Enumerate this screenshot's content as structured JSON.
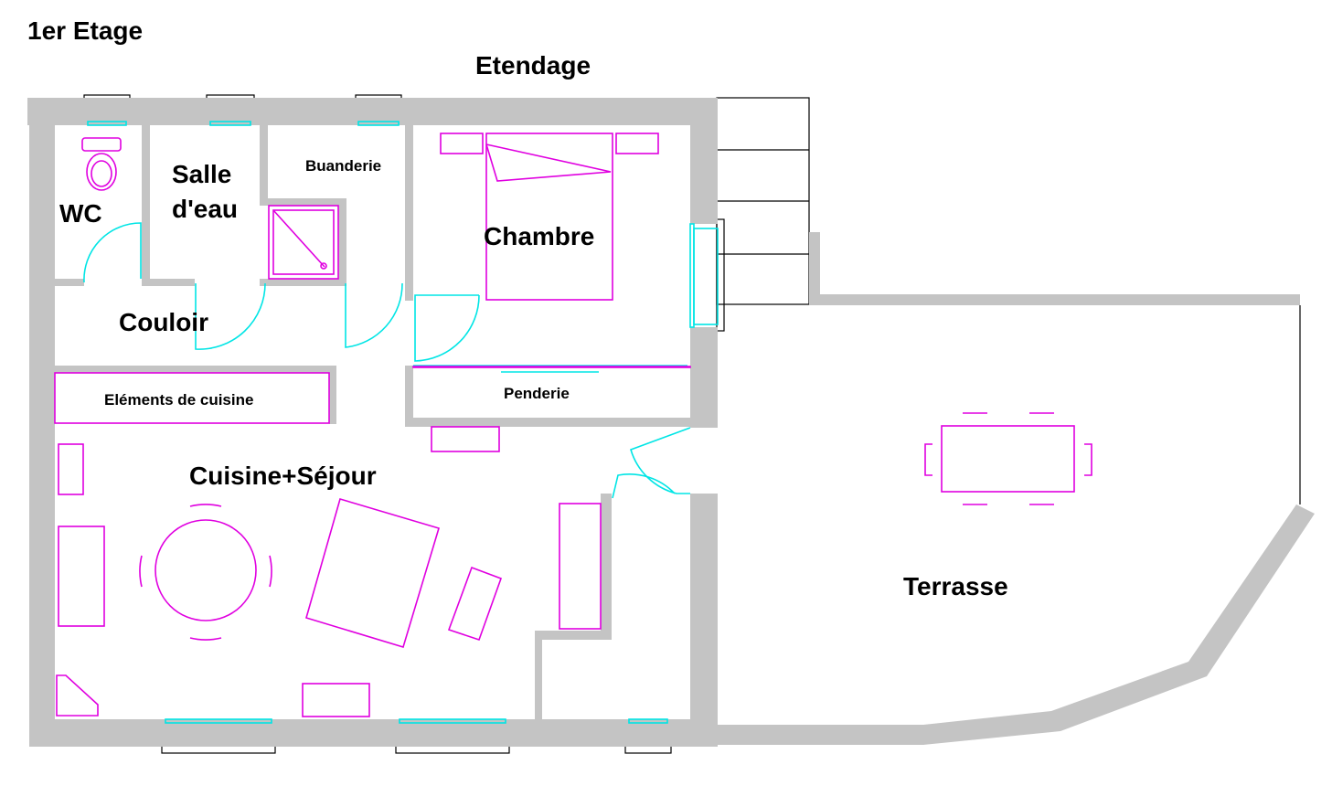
{
  "title": "1er Etage",
  "labels": {
    "etendage": "Etendage",
    "wc": "WC",
    "salle_line1": "Salle",
    "salle_line2": "d'eau",
    "buanderie": "Buanderie",
    "chambre": "Chambre",
    "couloir": "Couloir",
    "elements_cuisine": "Eléments de cuisine",
    "penderie": "Penderie",
    "cuisine_sejour": "Cuisine+Séjour",
    "terrasse": "Terrasse"
  },
  "colors": {
    "wall": "#c4c4c4",
    "furniture": "#e000e0",
    "doors_windows": "#00e5e5",
    "outline": "#000000"
  }
}
